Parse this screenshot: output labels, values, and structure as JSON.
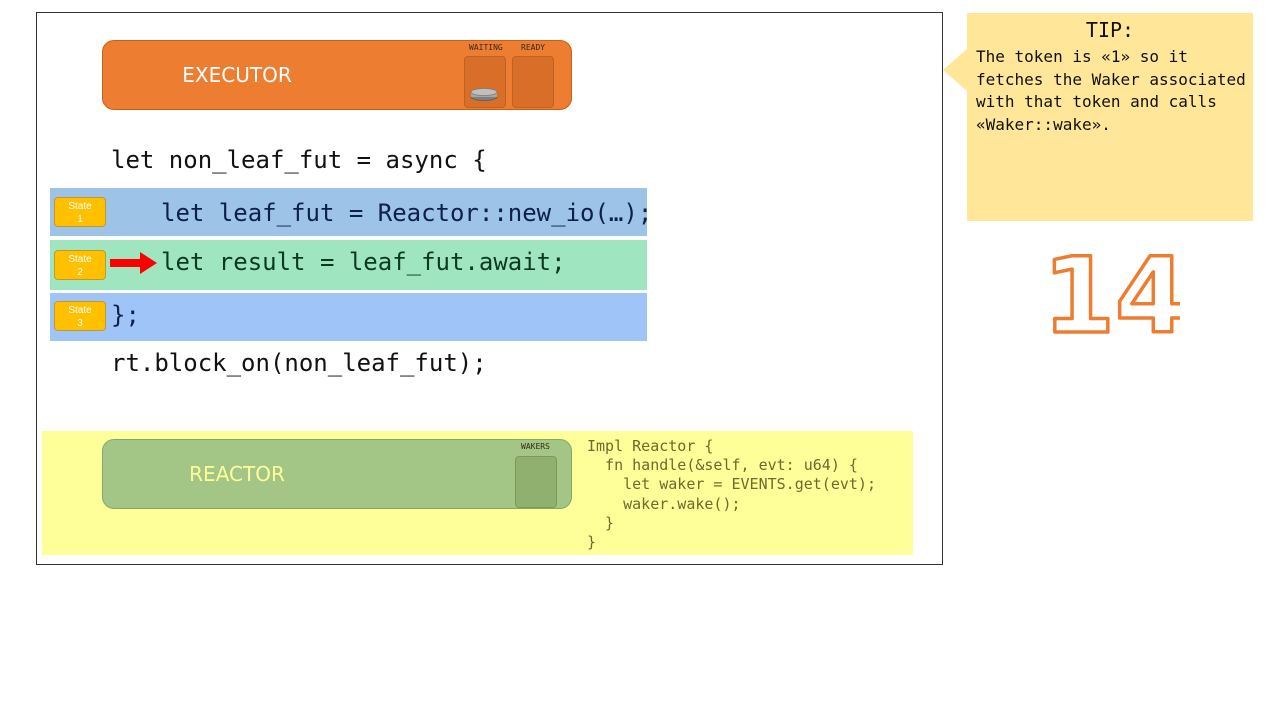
{
  "executor": {
    "label": "EXECUTOR",
    "waiting_label": "WAITING",
    "ready_label": "READY"
  },
  "code": {
    "line1": "let non_leaf_fut = async {",
    "line2": "let leaf_fut = Reactor::new_io(…);",
    "line3": "let result = leaf_fut.await;",
    "line4": "};",
    "line5": "rt.block_on(non_leaf_fut);"
  },
  "states": [
    {
      "label": "State",
      "number": "1"
    },
    {
      "label": "State",
      "number": "2"
    },
    {
      "label": "State",
      "number": "3"
    }
  ],
  "reactor": {
    "label": "REACTOR",
    "wakers_label": "WAKERS",
    "impl_lines": [
      "Impl Reactor {",
      "  fn handle(&self, evt: u64) {",
      "    let waker = EVENTS.get(evt);",
      "    waker.wake();",
      "  }",
      "}"
    ]
  },
  "tip": {
    "title": "TIP:",
    "body": "The token is «1» so it fetches the Waker associated with that token and calls «Waker::wake»."
  },
  "slide_number": "14",
  "colors": {
    "executor": "#ed7d31",
    "state_badge": "#ffc000",
    "row_blue": "#9dc3e6",
    "row_green": "#9fe6c0",
    "reactor": "#a3c585",
    "reactor_bg": "#ffff99",
    "tip_bg": "#ffe699",
    "arrow": "#ff0000"
  }
}
